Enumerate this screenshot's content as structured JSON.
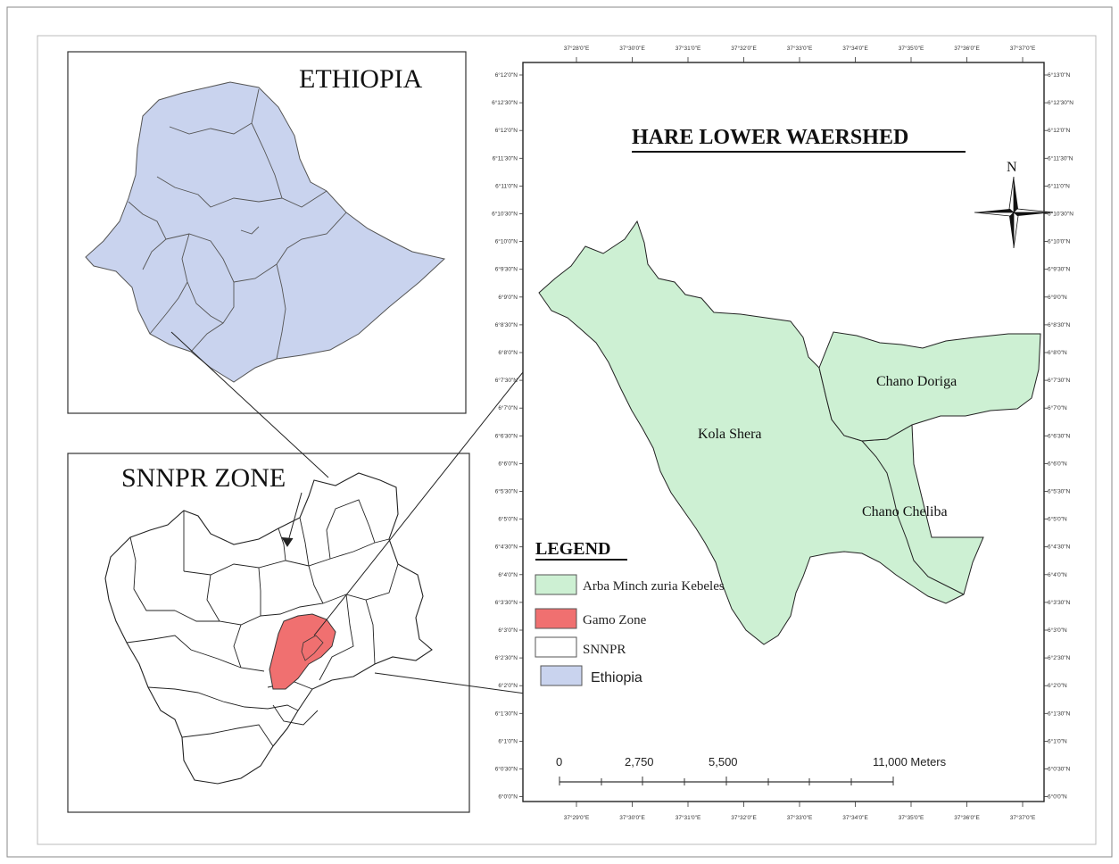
{
  "ethiopia_inset": {
    "title": "ETHIOPIA"
  },
  "snnpr_inset": {
    "title": "SNNPR ZONE"
  },
  "main_map": {
    "title": "HARE LOWER WAERSHED",
    "kebeles": [
      {
        "name": "Kola Shera"
      },
      {
        "name": "Chano Doriga"
      },
      {
        "name": "Chano Cheliba"
      }
    ],
    "north_label": "N",
    "colors": {
      "kebele_fill": "#cdf0d3",
      "gamo_fill": "#f07070",
      "ethiopia_fill": "#c9d3ee"
    }
  },
  "legend": {
    "title": "LEGEND",
    "items": [
      {
        "label": "Arba Minch zuria Kebeles",
        "color": "#cdf0d3"
      },
      {
        "label": "Gamo Zone",
        "color": "#f07070"
      },
      {
        "label": "SNNPR",
        "color": "#ffffff"
      },
      {
        "label": "Ethiopia",
        "color": "#c9d3ee"
      }
    ]
  },
  "scale_bar": {
    "labels": [
      "0",
      "2,750",
      "5,500",
      "11,000 Meters"
    ]
  },
  "graticule": {
    "top_ticks": [
      "37°28'0\"E",
      "37°30'0\"E",
      "37°31'0\"E",
      "37°32'0\"E",
      "37°33'0\"E",
      "37°34'0\"E",
      "37°35'0\"E",
      "37°36'0\"E",
      "37°37'0\"E"
    ],
    "bottom_ticks": [
      "37°29'0\"E",
      "37°30'0\"E",
      "37°31'0\"E",
      "37°32'0\"E",
      "37°33'0\"E",
      "37°34'0\"E",
      "37°35'0\"E",
      "37°36'0\"E",
      "37°37'0\"E"
    ],
    "left_ticks": [
      "6°12'0\"N",
      "6°12'30\"N",
      "6°12'0\"N",
      "6°11'30\"N",
      "6°11'0\"N",
      "6°10'30\"N",
      "6°10'0\"N",
      "6°9'30\"N",
      "6°9'0\"N",
      "6°8'30\"N",
      "6°8'0\"N",
      "6°7'30\"N",
      "6°7'0\"N",
      "6°6'30\"N",
      "6°6'0\"N",
      "6°5'30\"N",
      "6°5'0\"N",
      "6°4'30\"N",
      "6°4'0\"N",
      "6°3'30\"N",
      "6°3'0\"N",
      "6°2'30\"N",
      "6°2'0\"N",
      "6°1'30\"N",
      "6°1'0\"N",
      "6°0'30\"N",
      "6°0'0\"N"
    ],
    "right_ticks": [
      "6°13'0\"N",
      "6°12'30\"N",
      "6°12'0\"N",
      "6°11'30\"N",
      "6°11'0\"N",
      "6°10'30\"N",
      "6°10'0\"N",
      "6°9'30\"N",
      "6°9'0\"N",
      "6°8'30\"N",
      "6°8'0\"N",
      "6°7'30\"N",
      "6°7'0\"N",
      "6°6'30\"N",
      "6°6'0\"N",
      "6°5'30\"N",
      "6°5'0\"N",
      "6°4'30\"N",
      "6°4'0\"N",
      "6°3'30\"N",
      "6°3'0\"N",
      "6°2'30\"N",
      "6°2'0\"N",
      "6°1'30\"N",
      "6°1'0\"N",
      "6°0'30\"N",
      "6°0'0\"N"
    ]
  }
}
